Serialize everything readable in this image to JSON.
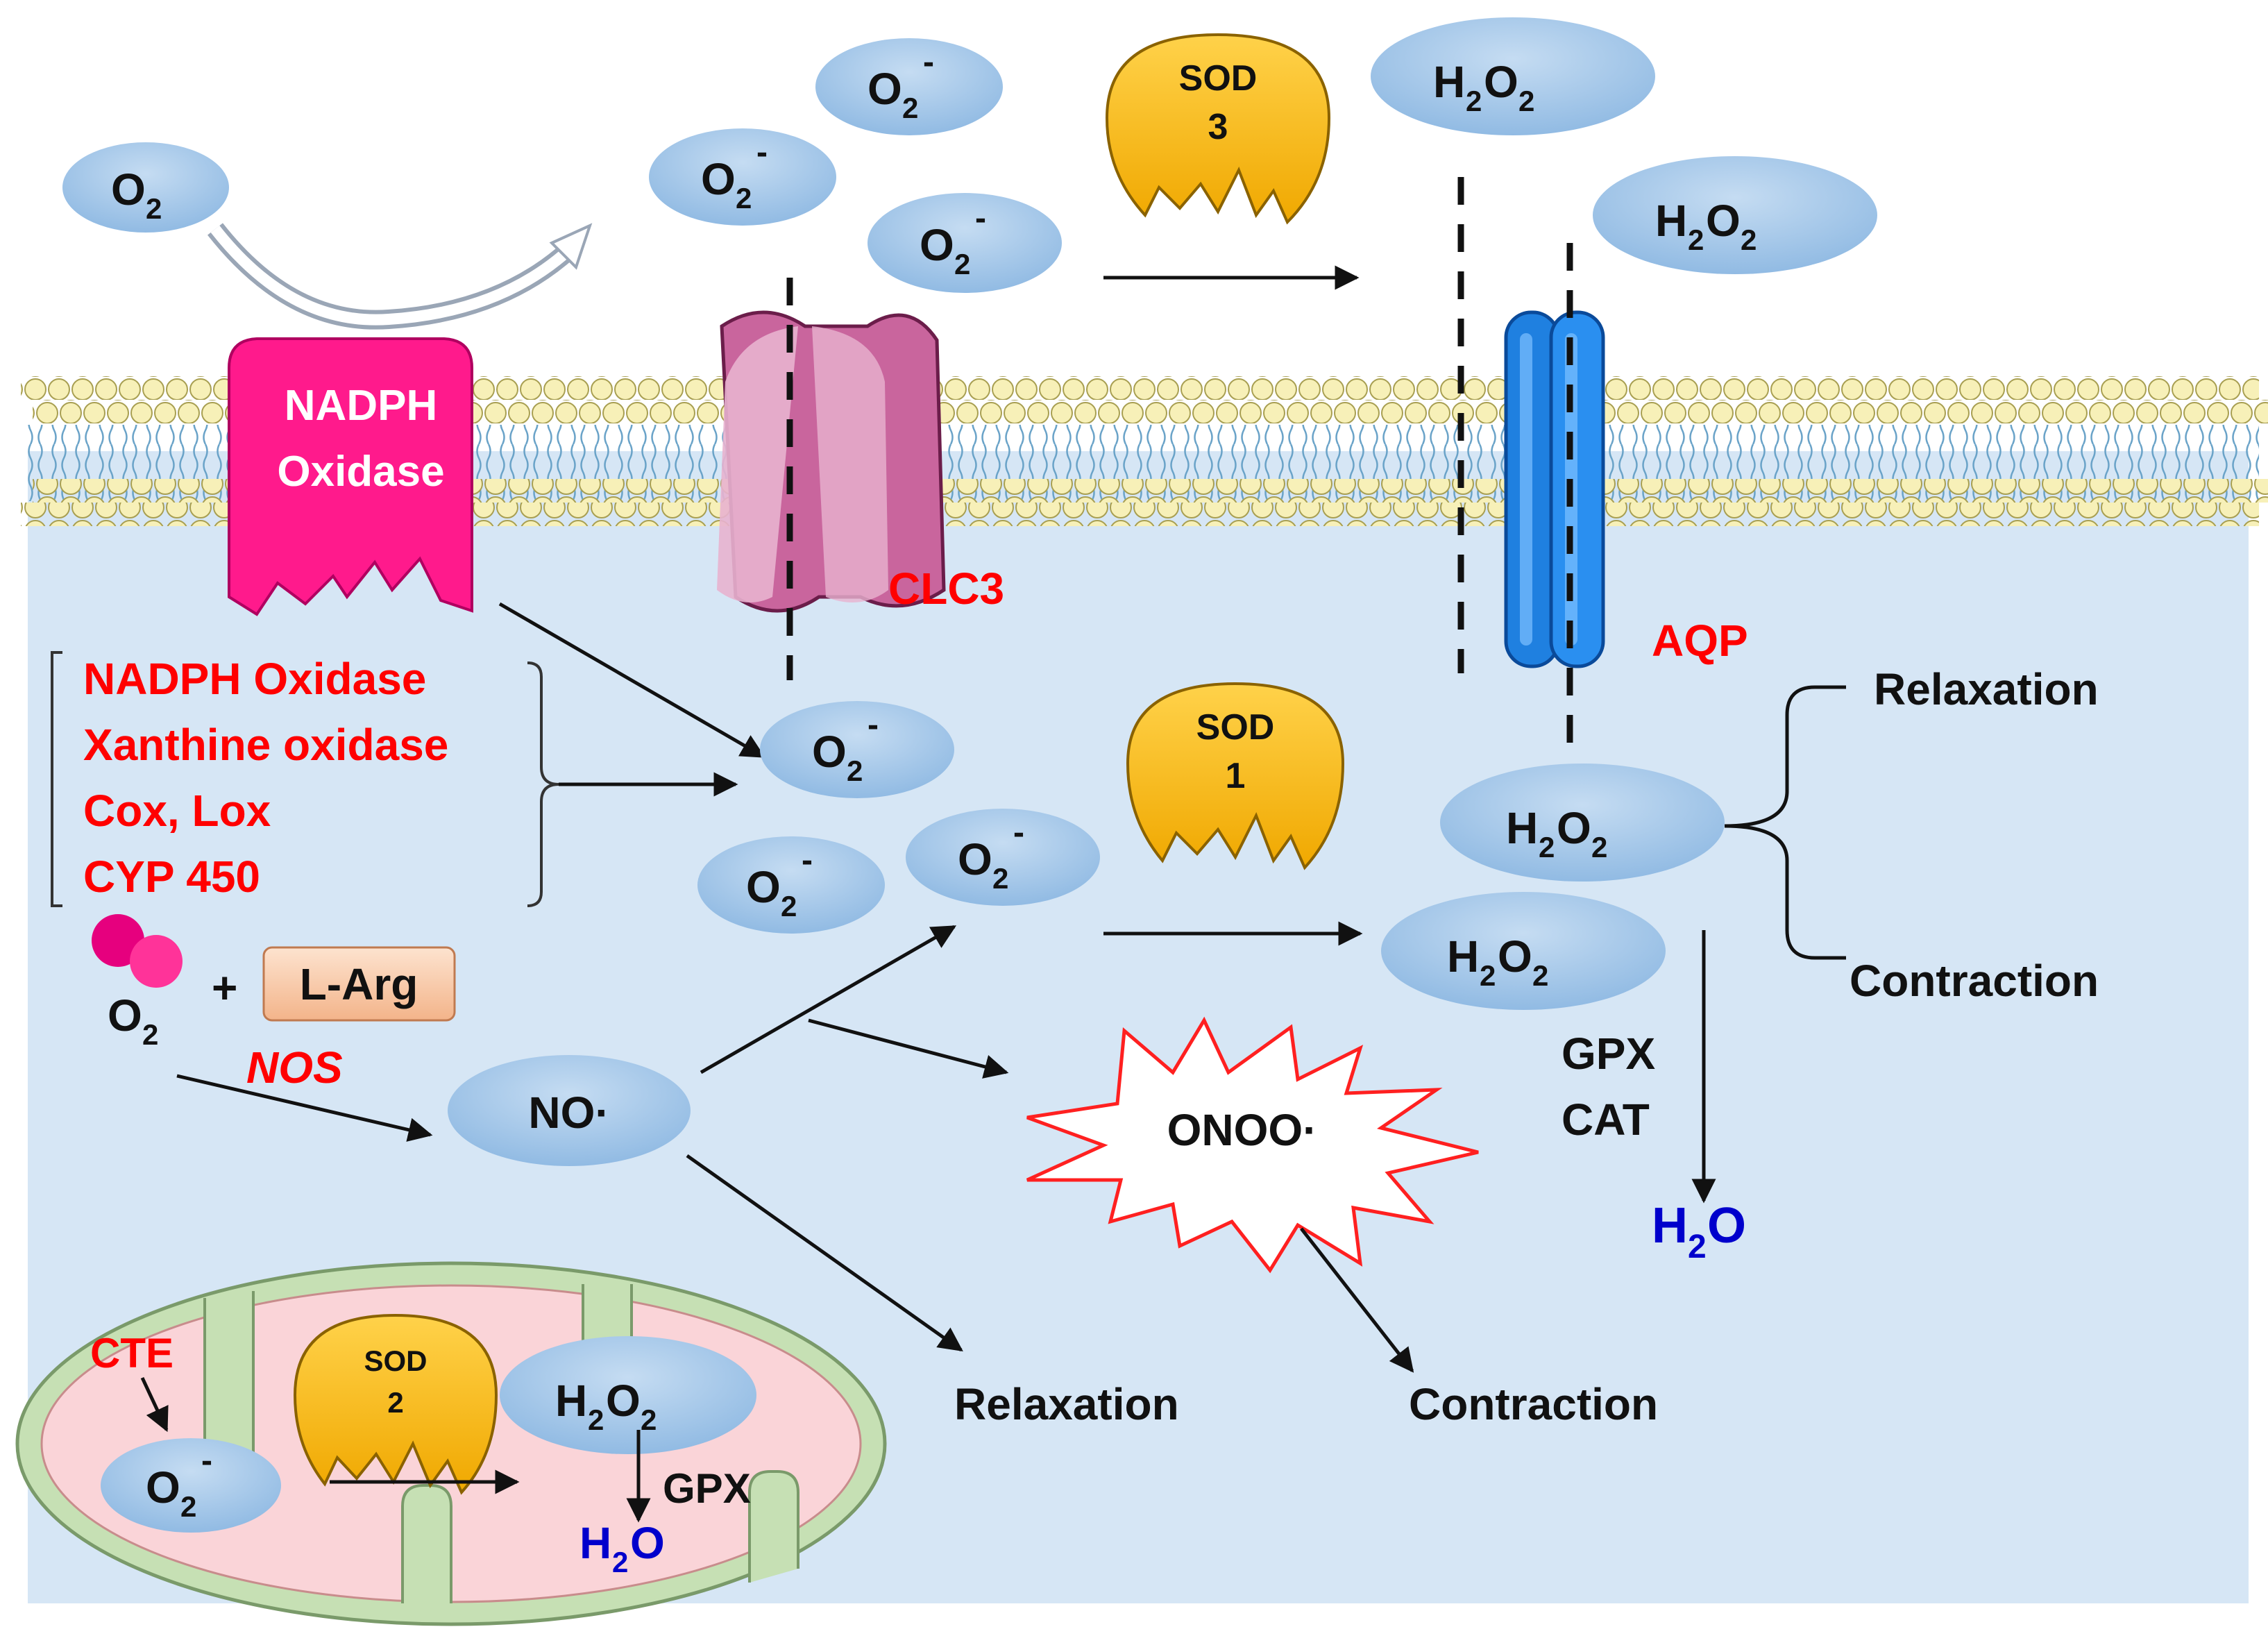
{
  "species": {
    "o2": "O",
    "o2_sub": "2",
    "superoxide": "O",
    "superoxide_sub": "2",
    "superoxide_sup": "-",
    "h2o2_h": "H",
    "h2o2_sub1": "2",
    "h2o2_o": "O",
    "h2o2_sub2": "2",
    "water_h": "H",
    "water_sub": "2",
    "water_o": "O",
    "no_radical": "NO·",
    "peroxynitrite": "ONOO·"
  },
  "enzymes": {
    "nadph_oxidase_line1": "NADPH",
    "nadph_oxidase_line2": "Oxidase",
    "sod3": [
      "SOD",
      "3"
    ],
    "sod1": [
      "SOD",
      "1"
    ],
    "sod2": [
      "SOD",
      "2"
    ],
    "nos": "NOS",
    "l_arg": "L-Arg",
    "plus": "+",
    "gpx": "GPX",
    "cat": "CAT",
    "cte": "CTE"
  },
  "channels": {
    "clc3": "CLC3",
    "aqp": "AQP"
  },
  "sources": [
    "NADPH Oxidase",
    "Xanthine oxidase",
    "Cox, Lox",
    "CYP 450"
  ],
  "outcomes": {
    "relaxation": "Relaxation",
    "contraction": "Contraction"
  },
  "colors": {
    "cytoplasm": "#d6e6f5",
    "bubble": "#9dc3e6",
    "nadph": "#ff1a8c",
    "sod": "#ffc000",
    "clc": "#c9659d",
    "aqp": "#1f80e0",
    "mito_outer": "#c6e0b4",
    "mito_inner": "#fad4d8",
    "label_red": "#ff0000",
    "water_blue": "#0000cc"
  }
}
